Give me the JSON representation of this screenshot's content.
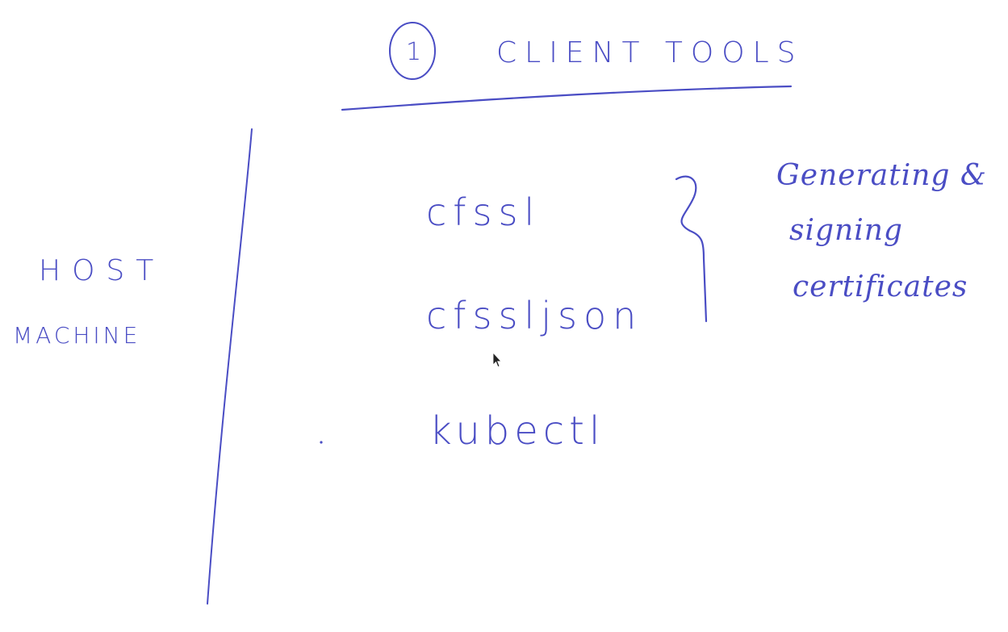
{
  "step": {
    "number": "1"
  },
  "title": "CLIENT TOOLS",
  "host_label": {
    "line1": "HOST",
    "line2": "MACHINE"
  },
  "tools": [
    "cfssl",
    "cfssljson",
    "kubectl"
  ],
  "bracket_note": [
    "Generating &",
    "signing",
    "certificates"
  ],
  "colors": {
    "ink": "#4a4dc4",
    "background": "#ffffff"
  }
}
